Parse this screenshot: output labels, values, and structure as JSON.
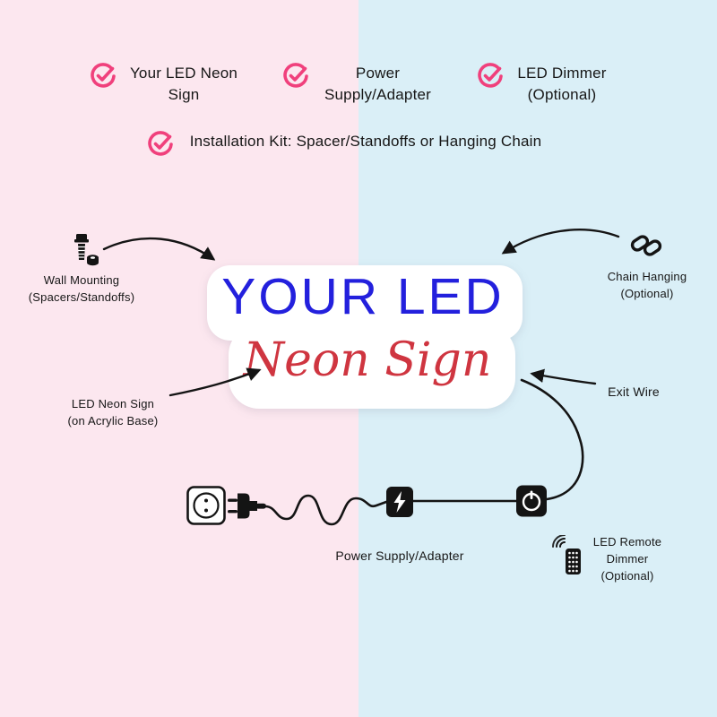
{
  "colors": {
    "background_left": "#fce7ef",
    "background_right": "#daeff7",
    "accent_pink": "#f0407c",
    "sign_blue": "#2320dd",
    "sign_red": "#cf3540",
    "line_black": "#141414"
  },
  "checklist": [
    {
      "label": "Your LED Neon Sign"
    },
    {
      "label": "Power Supply/Adapter"
    },
    {
      "label": "LED Dimmer (Optional)"
    },
    {
      "label": "Installation Kit: Spacer/Standoffs or Hanging Chain"
    }
  ],
  "sign": {
    "line1": "YOUR LED",
    "line2": "Neon Sign"
  },
  "callouts": {
    "wall_mounting": "Wall Mounting\n(Spacers/Standoffs)",
    "chain_hanging": "Chain Hanging\n(Optional)",
    "led_neon_sign": "LED Neon Sign\n(on Acrylic Base)",
    "exit_wire": "Exit Wire",
    "power_supply": "Power Supply/Adapter",
    "remote_dimmer": "LED Remote\nDimmer\n(Optional)"
  }
}
